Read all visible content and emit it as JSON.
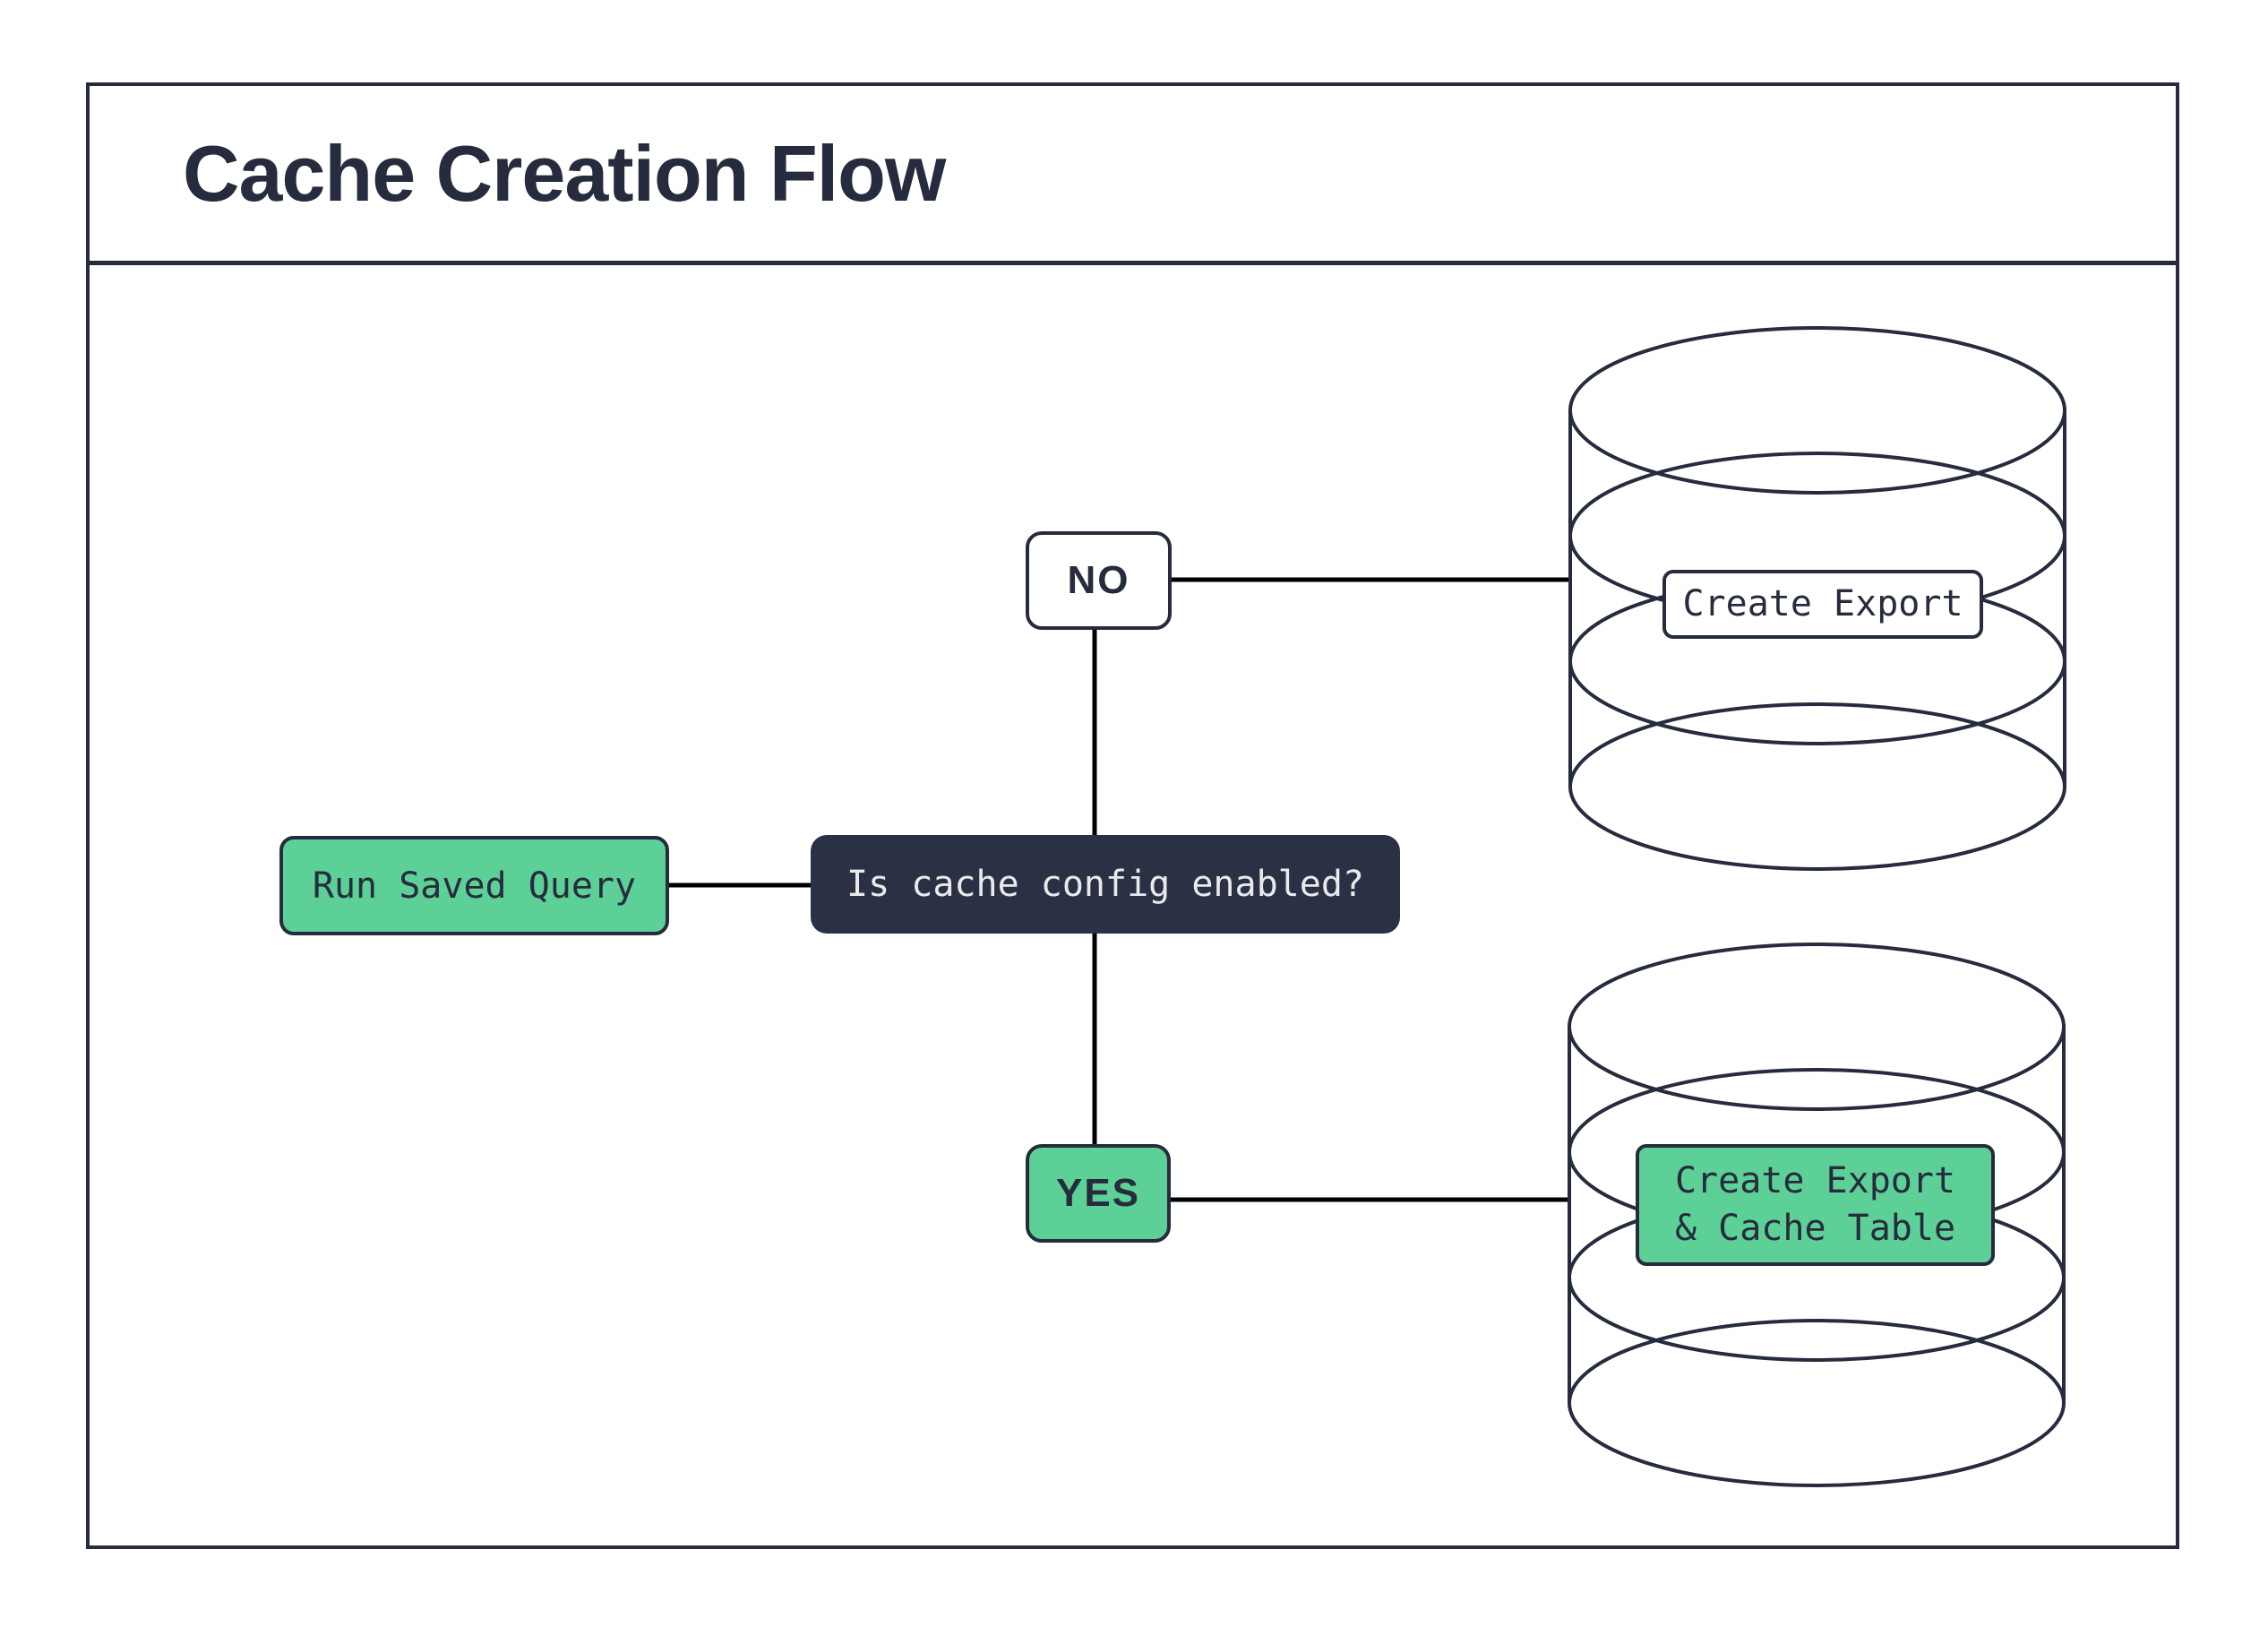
{
  "title": "Cache Creation Flow",
  "colors": {
    "ink": "#262c3d",
    "decision_fill": "#2b3144",
    "decision_text": "#e9eaec",
    "green": "#5dd098",
    "connector": "#000000",
    "background": "#ffffff"
  },
  "flow": {
    "start": {
      "label": "Run Saved Query"
    },
    "decision": {
      "label": "Is cache config enabled?"
    },
    "no_branch": {
      "label": "NO",
      "action": {
        "label": "Create Export"
      }
    },
    "yes_branch": {
      "label": "YES",
      "action": {
        "label_line1": "Create Export",
        "label_line2": "& Cache Table"
      }
    }
  }
}
